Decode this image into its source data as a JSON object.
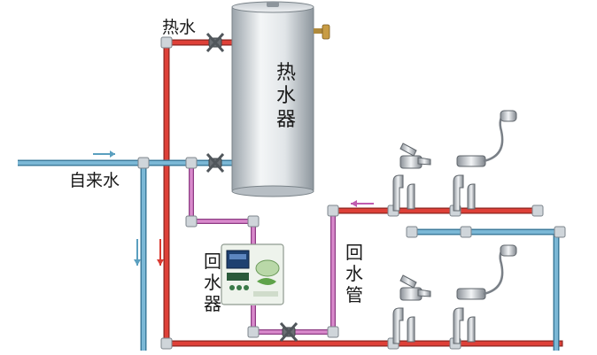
{
  "labels": {
    "hot_water": "热水",
    "tap_water": "自来水",
    "water_heater": "热水器",
    "recirc_pump": "回水器",
    "return_pipe": "回水管"
  },
  "colors": {
    "hot_pipe": "#d93a32",
    "cold_pipe": "#5a9fbf",
    "return_pipe": "#c05cb0",
    "tank_body": "#d8dde0",
    "pump_body": "#eef3ec",
    "pump_screen": "#1e4070",
    "valve": "#6a6f74"
  },
  "icons": [
    "valve-icon",
    "faucet-icon",
    "shower-icon",
    "flow-arrow-icon"
  ]
}
